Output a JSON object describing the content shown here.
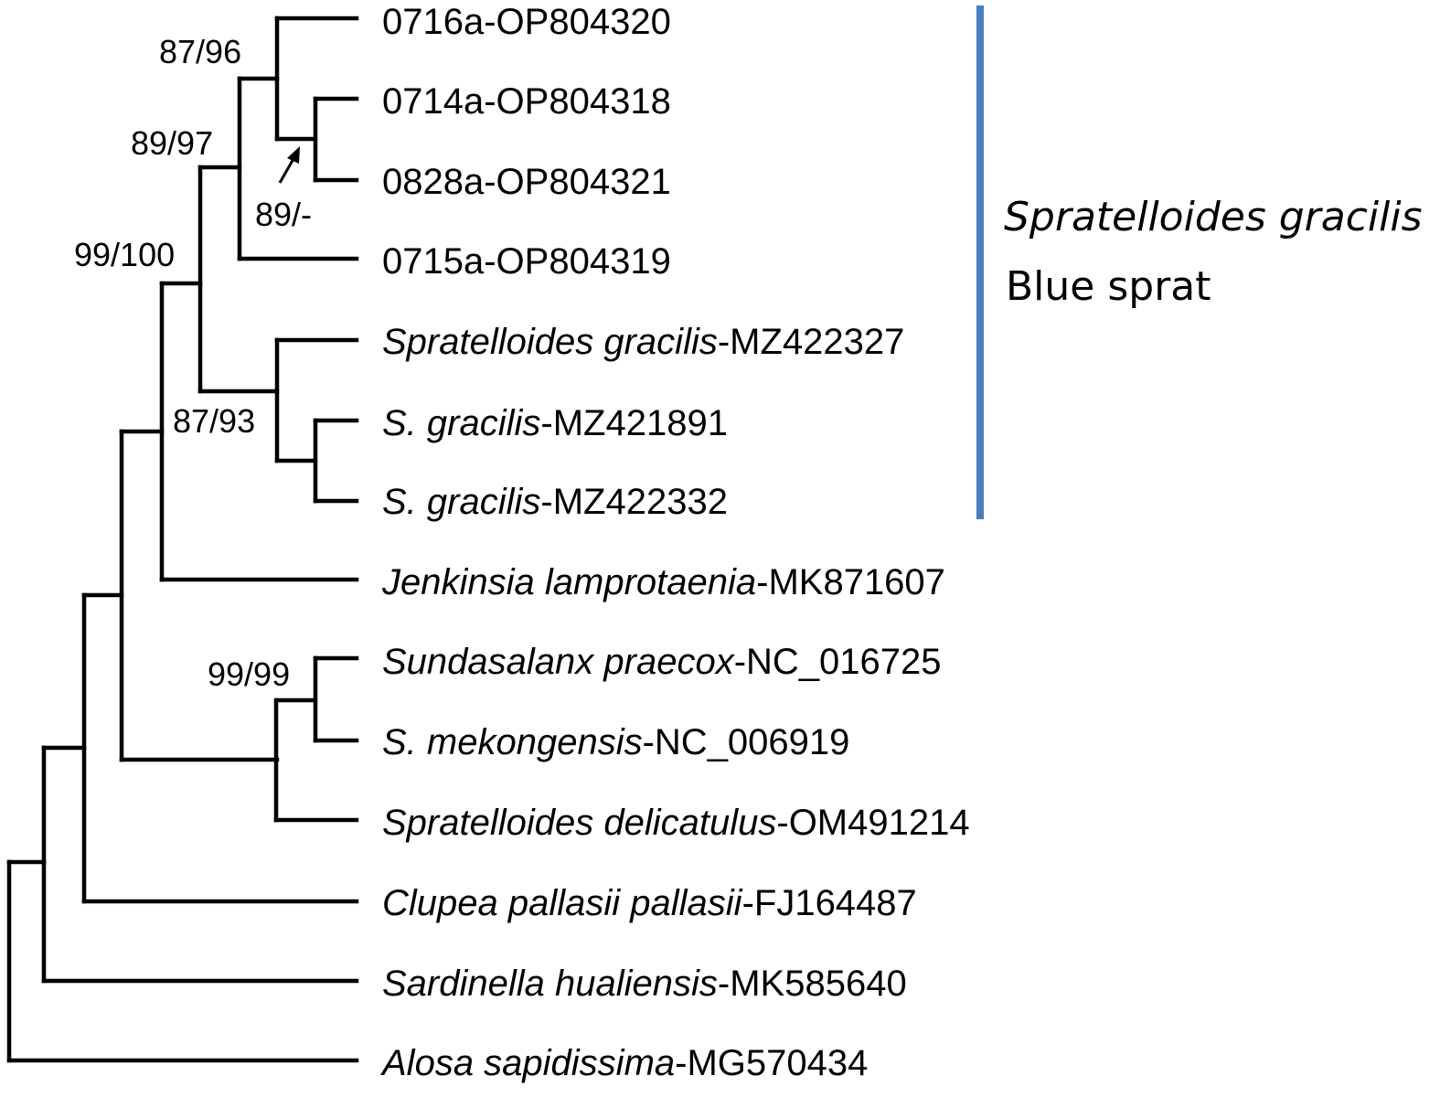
{
  "tree": {
    "leaves": [
      {
        "italic": "",
        "rest": "0716a-OP804320"
      },
      {
        "italic": "",
        "rest": "0714a-OP804318"
      },
      {
        "italic": "",
        "rest": "0828a-OP804321"
      },
      {
        "italic": "",
        "rest": "0715a-OP804319"
      },
      {
        "italic": "Spratelloides gracilis",
        "rest": "-MZ422327"
      },
      {
        "italic": "S. gracilis",
        "rest": "-MZ421891"
      },
      {
        "italic": "S. gracilis",
        "rest": "-MZ422332"
      },
      {
        "italic": "Jenkinsia lamprotaenia",
        "rest": "-MK871607"
      },
      {
        "italic": "Sundasalanx praecox",
        "rest": "-NC_016725"
      },
      {
        "italic": "S. mekongensis",
        "rest": "-NC_006919"
      },
      {
        "italic": "Spratelloides delicatulus",
        "rest": "-OM491214"
      },
      {
        "italic": "Clupea pallasii pallasii",
        "rest": "-FJ164487"
      },
      {
        "italic": "Sardinella hualiensis",
        "rest": "-MK585640"
      },
      {
        "italic": "Alosa sapidissima",
        "rest": "-MG570434"
      }
    ],
    "support_values": [
      {
        "id": "n87_96",
        "text": "87/96"
      },
      {
        "id": "n89_97",
        "text": "89/97"
      },
      {
        "id": "n89_dash",
        "text": "89/-"
      },
      {
        "id": "n99_100",
        "text": "99/100"
      },
      {
        "id": "n87_93",
        "text": "87/93"
      },
      {
        "id": "n99_99",
        "text": "99/99"
      }
    ],
    "clade": {
      "species_name": "Spratelloides gracilis",
      "common_name": "Blue sprat",
      "bar_color": "#4a7ebb"
    },
    "line_color": "#000000"
  }
}
